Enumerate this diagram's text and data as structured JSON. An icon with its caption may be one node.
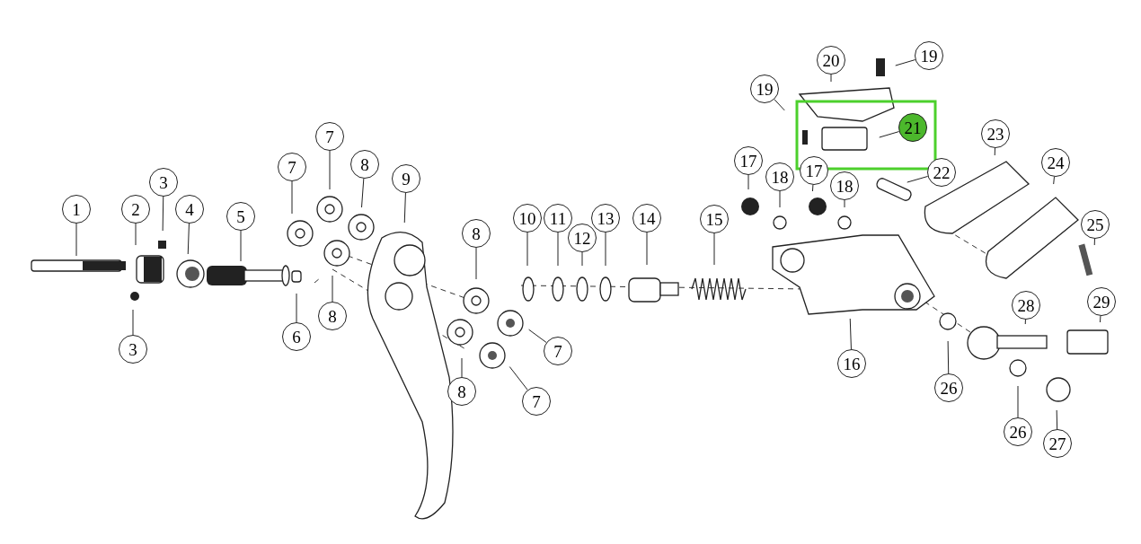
{
  "diagram": {
    "nodes": [
      {
        "text": [
          "1"
        ]
      },
      {
        "text": [
          "2"
        ]
      },
      {
        "text": [
          "3"
        ]
      },
      {
        "text": [
          "4"
        ]
      },
      {
        "text": [
          "5"
        ]
      },
      {
        "text": [
          "6"
        ]
      },
      {
        "text": [
          "3"
        ]
      },
      {
        "text": [
          "7"
        ]
      },
      {
        "text": [
          "7"
        ]
      },
      {
        "text": [
          "8"
        ]
      },
      {
        "text": [
          "9"
        ]
      },
      {
        "text": [
          "8"
        ]
      },
      {
        "text": [
          "8"
        ]
      },
      {
        "text": [
          "10"
        ]
      },
      {
        "text": [
          "11"
        ]
      },
      {
        "text": [
          "12"
        ]
      },
      {
        "text": [
          "13"
        ]
      },
      {
        "text": [
          "14"
        ]
      },
      {
        "text": [
          "15"
        ]
      },
      {
        "text": [
          "7"
        ]
      },
      {
        "text": [
          "7"
        ]
      },
      {
        "text": [
          "8"
        ]
      },
      {
        "text": [
          "17"
        ]
      },
      {
        "text": [
          "18"
        ]
      },
      {
        "text": [
          "17"
        ]
      },
      {
        "text": [
          "18"
        ]
      },
      {
        "text": [
          "19"
        ]
      },
      {
        "text": [
          "20"
        ]
      },
      {
        "text": [
          "19"
        ]
      },
      {
        "text": [
          "21"
        ]
      },
      {
        "text": [
          "22"
        ]
      },
      {
        "text": [
          "23"
        ]
      },
      {
        "text": [
          "24"
        ]
      },
      {
        "text": [
          "25"
        ]
      },
      {
        "text": [
          "16"
        ]
      },
      {
        "text": [
          "26"
        ]
      },
      {
        "text": [
          "28"
        ]
      },
      {
        "text": [
          "29"
        ]
      },
      {
        "text": [
          "26"
        ]
      },
      {
        "text": [
          "27"
        ]
      }
    ],
    "edges": [
      {
        "from": 0,
        "to": null,
        "arrow": "none"
      },
      {
        "from": 1,
        "to": null,
        "arrow": "none"
      },
      {
        "from": 2,
        "to": null,
        "arrow": "none"
      },
      {
        "from": 3,
        "to": null,
        "arrow": "none"
      },
      {
        "from": 4,
        "to": null,
        "arrow": "none"
      },
      {
        "from": 5,
        "to": null,
        "arrow": "none"
      },
      {
        "from": 6,
        "to": null,
        "arrow": "none"
      },
      {
        "from": 7,
        "to": null,
        "arrow": "none"
      },
      {
        "from": 8,
        "to": null,
        "arrow": "none"
      },
      {
        "from": 9,
        "to": null,
        "arrow": "none"
      },
      {
        "from": 10,
        "to": null,
        "arrow": "none"
      },
      {
        "from": 11,
        "to": null,
        "arrow": "none"
      },
      {
        "from": 12,
        "to": null,
        "arrow": "none"
      },
      {
        "from": 13,
        "to": null,
        "arrow": "none"
      },
      {
        "from": 14,
        "to": null,
        "arrow": "none"
      },
      {
        "from": 15,
        "to": null,
        "arrow": "none"
      },
      {
        "from": 16,
        "to": null,
        "arrow": "none"
      },
      {
        "from": 17,
        "to": null,
        "arrow": "none"
      },
      {
        "from": 18,
        "to": null,
        "arrow": "none"
      },
      {
        "from": 19,
        "to": null,
        "arrow": "none"
      },
      {
        "from": 20,
        "to": null,
        "arrow": "none"
      },
      {
        "from": 21,
        "to": null,
        "arrow": "none"
      },
      {
        "from": 22,
        "to": null,
        "arrow": "none"
      },
      {
        "from": 23,
        "to": null,
        "arrow": "none"
      },
      {
        "from": 24,
        "to": null,
        "arrow": "none"
      },
      {
        "from": 25,
        "to": null,
        "arrow": "none"
      },
      {
        "from": 26,
        "to": null,
        "arrow": "none"
      },
      {
        "from": 27,
        "to": null,
        "arrow": "none"
      },
      {
        "from": 28,
        "to": null,
        "arrow": "none"
      },
      {
        "from": 29,
        "to": null,
        "arrow": "none"
      },
      {
        "from": 30,
        "to": null,
        "arrow": "none"
      },
      {
        "from": 31,
        "to": null,
        "arrow": "none"
      },
      {
        "from": 32,
        "to": null,
        "arrow": "none"
      },
      {
        "from": 33,
        "to": null,
        "arrow": "none"
      },
      {
        "from": 34,
        "to": null,
        "arrow": "none"
      },
      {
        "from": 35,
        "to": null,
        "arrow": "none"
      },
      {
        "from": 36,
        "to": null,
        "arrow": "none"
      },
      {
        "from": 37,
        "to": null,
        "arrow": "none"
      },
      {
        "from": 38,
        "to": null,
        "arrow": "none"
      },
      {
        "from": 39,
        "to": null,
        "arrow": "none"
      }
    ]
  }
}
